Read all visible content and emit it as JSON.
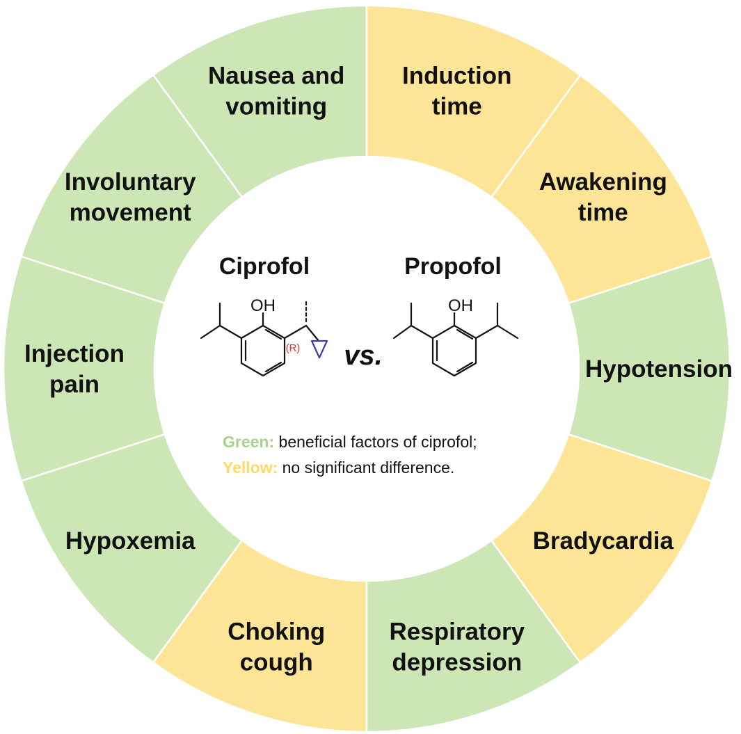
{
  "segments": [
    {
      "lines": [
        "Nausea and",
        "vomiting"
      ],
      "category": "green"
    },
    {
      "lines": [
        "Involuntary",
        "movement"
      ],
      "category": "green"
    },
    {
      "lines": [
        "Injection",
        "pain"
      ],
      "category": "green"
    },
    {
      "lines": [
        "Hypoxemia"
      ],
      "category": "green"
    },
    {
      "lines": [
        "Choking",
        "cough"
      ],
      "category": "yellow"
    },
    {
      "lines": [
        "Respiratory",
        "depression"
      ],
      "category": "green"
    },
    {
      "lines": [
        "Bradycardia"
      ],
      "category": "yellow"
    },
    {
      "lines": [
        "Hypotension"
      ],
      "category": "green"
    },
    {
      "lines": [
        "Awakening",
        "time"
      ],
      "category": "yellow"
    },
    {
      "lines": [
        "Induction",
        "time"
      ],
      "category": "yellow"
    }
  ],
  "colors": {
    "green": "#cce6b6",
    "yellow": "#fde597",
    "legend_green": "#a9d18e",
    "legend_yellow": "#ffd966",
    "chiral": "#e03030"
  },
  "center": {
    "drug_left": "Ciprofol",
    "drug_right": "Propofol",
    "vs": "vs.",
    "oh_label": "OH",
    "chiral_label": "(R)",
    "legend": [
      {
        "key": "Green:",
        "text": " beneficial factors of ciprofol;"
      },
      {
        "key": "Yellow:",
        "text": " no significant difference."
      }
    ]
  }
}
